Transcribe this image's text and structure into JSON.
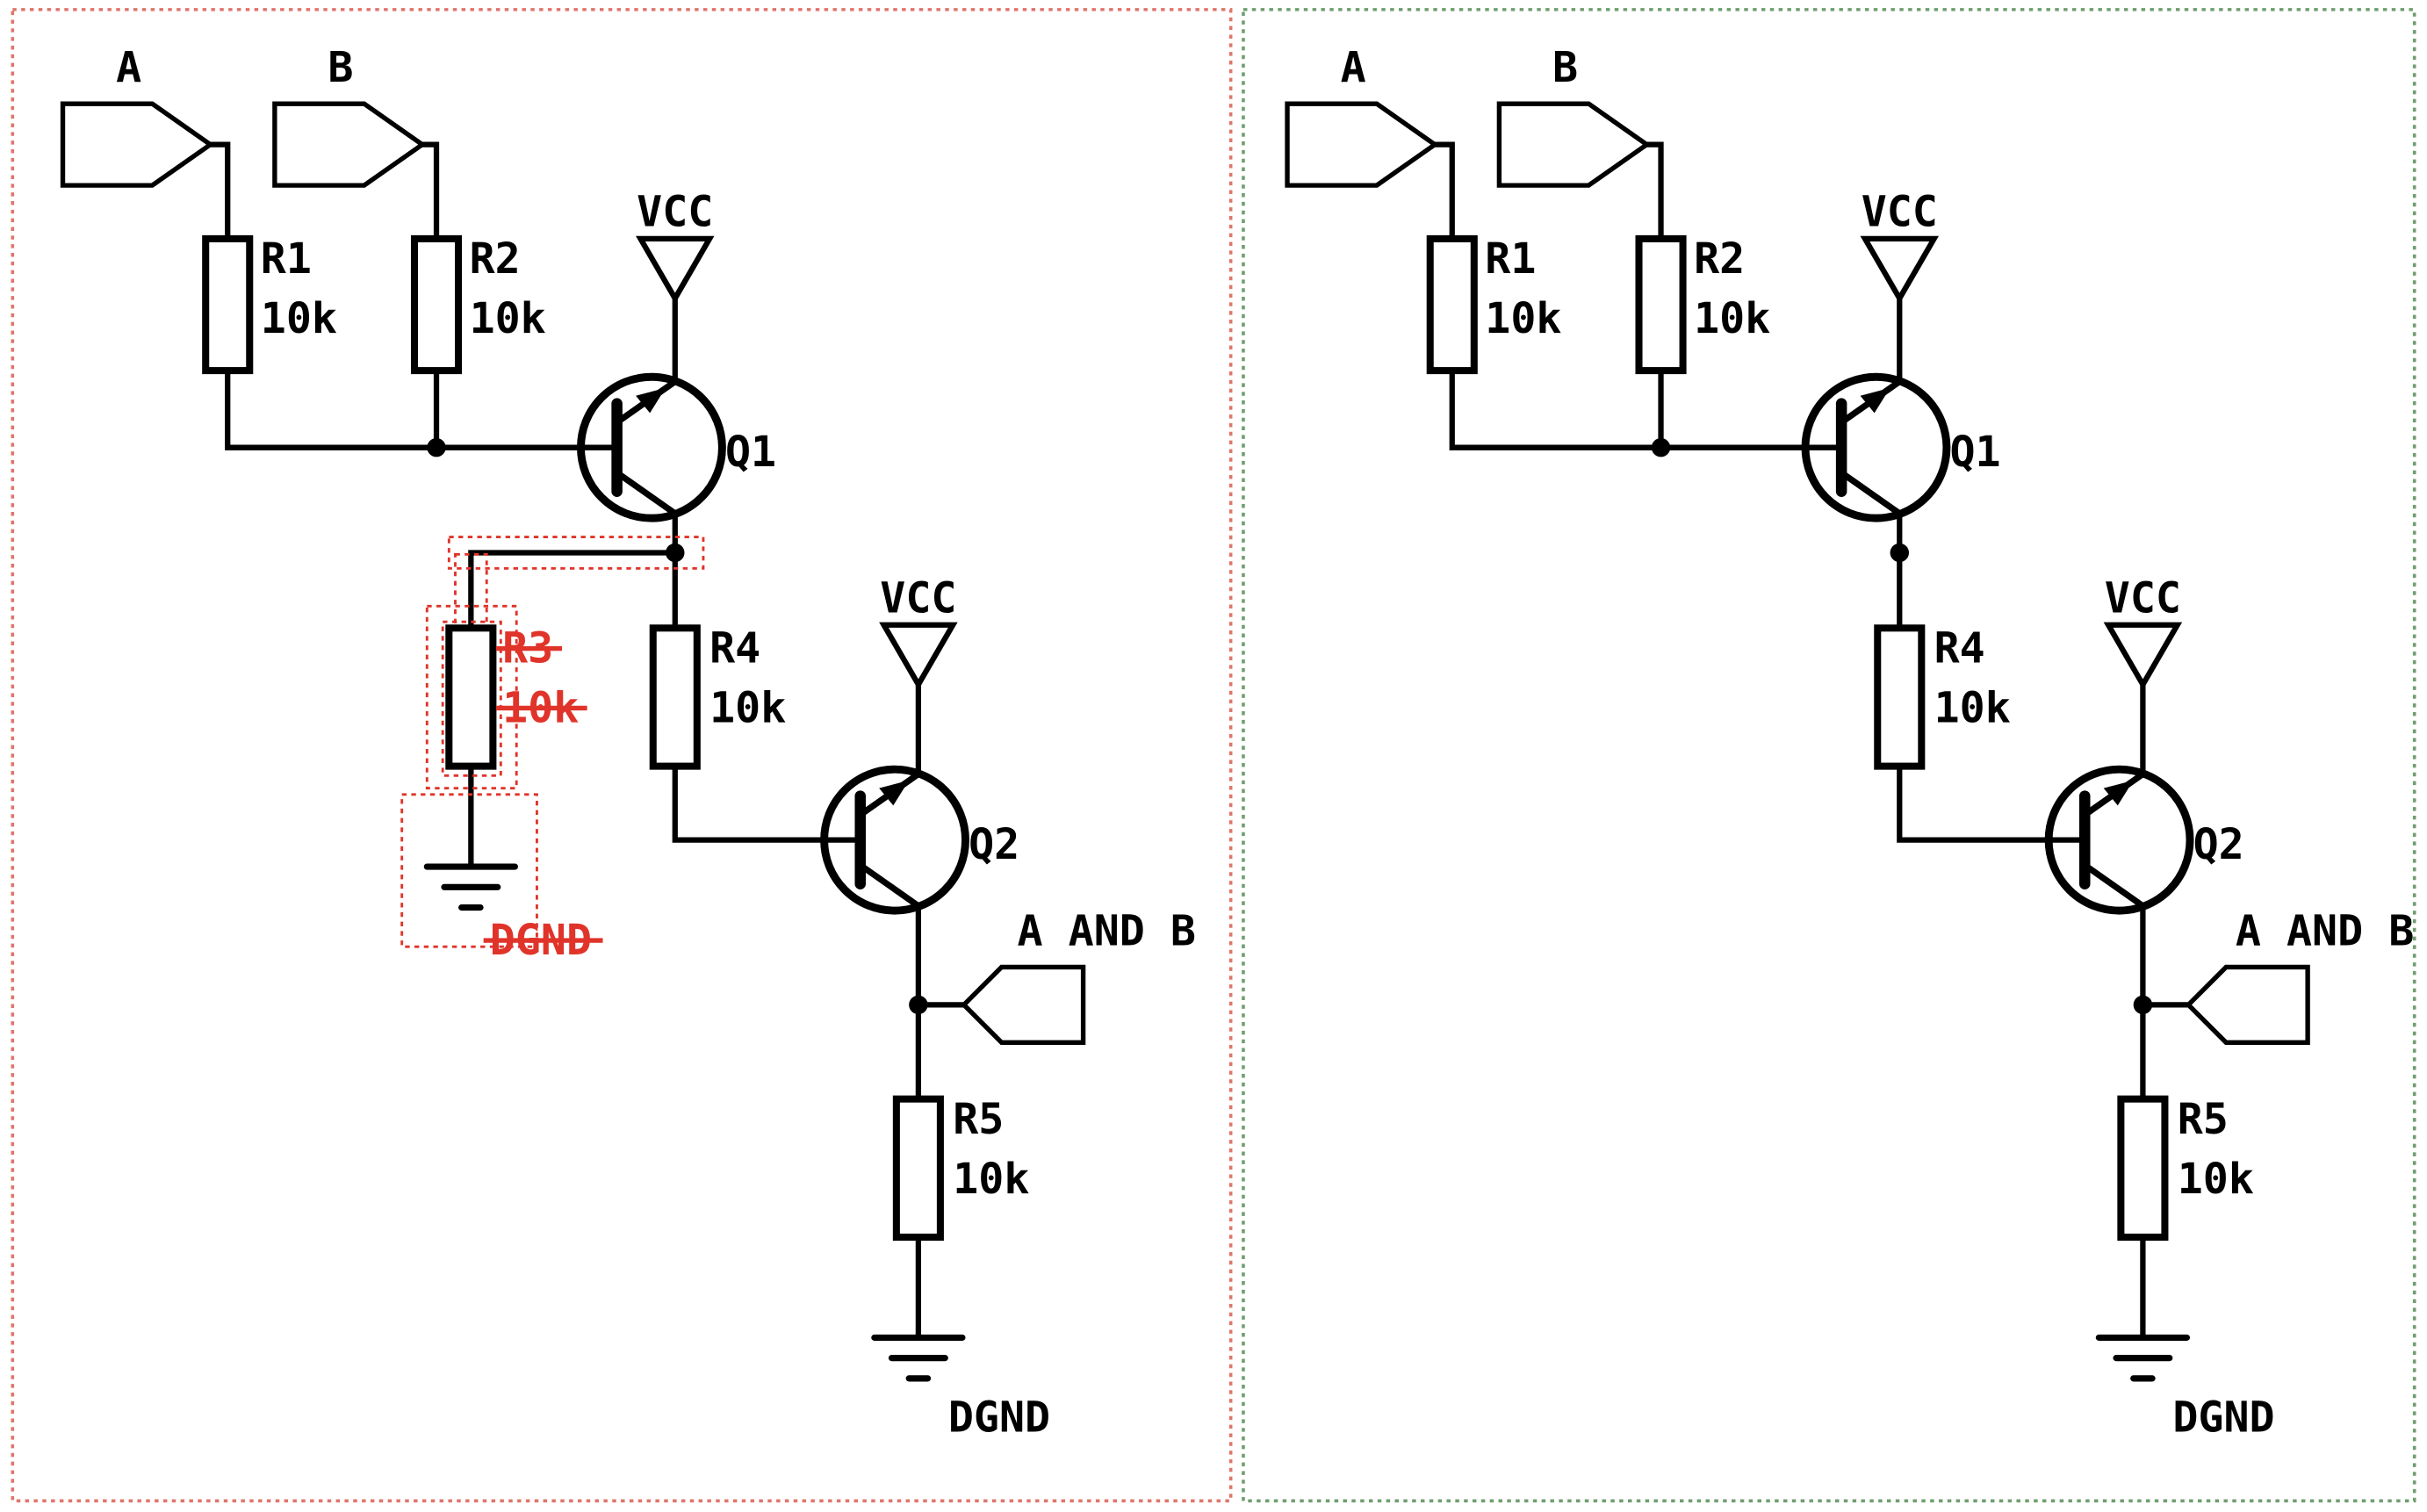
{
  "view": {
    "type": "schematic-diff",
    "left_panel_role": "before (deletions highlighted)",
    "right_panel_role": "after"
  },
  "ports": {
    "input_a": "A",
    "input_b": "B",
    "output": "A AND B"
  },
  "power": {
    "vcc": "VCC",
    "ground": "DGND"
  },
  "components": {
    "r1": {
      "ref": "R1",
      "value": "10k"
    },
    "r2": {
      "ref": "R2",
      "value": "10k"
    },
    "r3": {
      "ref": "R3",
      "value": "10k",
      "deleted": true
    },
    "r4": {
      "ref": "R4",
      "value": "10k"
    },
    "r5": {
      "ref": "R5",
      "value": "10k"
    },
    "q1": {
      "ref": "Q1"
    },
    "q2": {
      "ref": "Q2"
    }
  },
  "deleted_ground": {
    "label": "DGND",
    "deleted": true
  },
  "colors": {
    "wire": "#000000",
    "deleted": "#e0342a",
    "left_panel_border": "#e0756b",
    "right_panel_border": "#6f9e6f",
    "background": "#ffffff"
  }
}
